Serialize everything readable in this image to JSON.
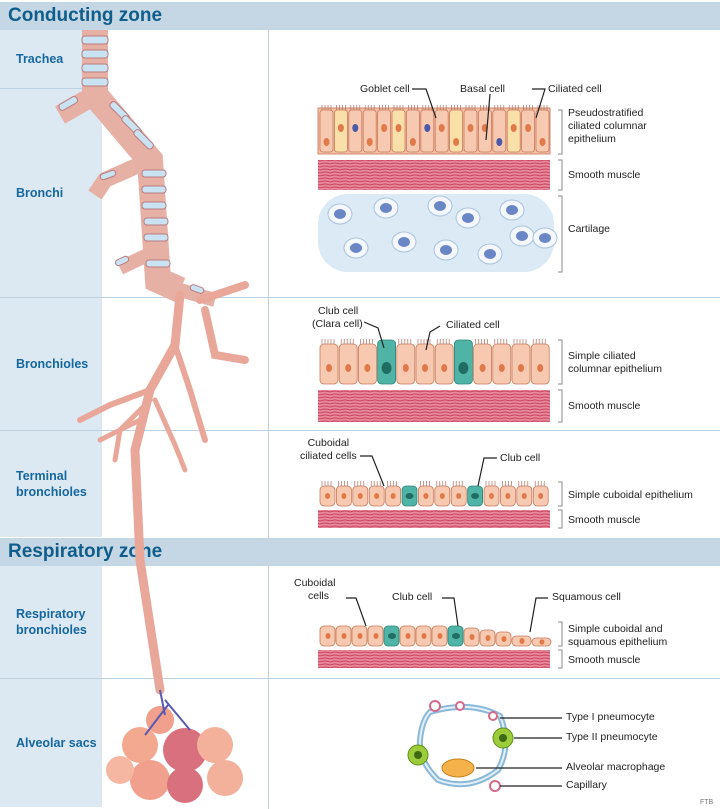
{
  "zones": {
    "conducting": "Conducting zone",
    "respiratory": "Respiratory zone"
  },
  "rows": {
    "trachea": "Trachea",
    "bronchi": "Bronchi",
    "bronchioles": "Bronchioles",
    "terminal": [
      "Terminal",
      "bronchioles"
    ],
    "respiratory_bronchioles": [
      "Respiratory",
      "bronchioles"
    ],
    "alveolar": "Alveolar sacs"
  },
  "bronchi_panel": {
    "goblet": "Goblet cell",
    "basal": "Basal cell",
    "ciliated": "Ciliated cell",
    "epithelium": [
      "Pseudostratified",
      "ciliated columnar",
      "epithelium"
    ],
    "muscle": "Smooth muscle",
    "cartilage": "Cartilage"
  },
  "bronchioles_panel": {
    "club": [
      "Club cell",
      "(Clara cell)"
    ],
    "ciliated": "Ciliated cell",
    "epithelium": [
      "Simple ciliated",
      "columnar epithelium"
    ],
    "muscle": "Smooth muscle"
  },
  "terminal_panel": {
    "cuboidal": [
      "Cuboidal",
      "ciliated cells"
    ],
    "club": "Club cell",
    "epithelium": "Simple cuboidal epithelium",
    "muscle": "Smooth muscle"
  },
  "respiratory_panel": {
    "cuboidal": [
      "Cuboidal",
      "cells"
    ],
    "club": "Club cell",
    "squamous": "Squamous cell",
    "epithelium": [
      "Simple cuboidal and",
      "squamous epithelium"
    ],
    "muscle": "Smooth muscle"
  },
  "alveolar_panel": {
    "type1": "Type I pneumocyte",
    "type2": "Type II pneumocyte",
    "macrophage": "Alveolar macrophage",
    "capillary": "Capillary"
  },
  "footer_code": "FTB",
  "colors": {
    "header_bg": "#c5d7e4",
    "header_text": "#0f5d8a",
    "label_bg": "#dce9f2",
    "label_text": "#1467a0",
    "cell_fill": "#f6c9b0",
    "nucleus": "#e07a4a",
    "club_cell": "#4fb3a6",
    "muscle": "#d9607a",
    "cartilage_bg": "#dbeaf5",
    "cartilage_nucleus": "#6a86c4"
  }
}
